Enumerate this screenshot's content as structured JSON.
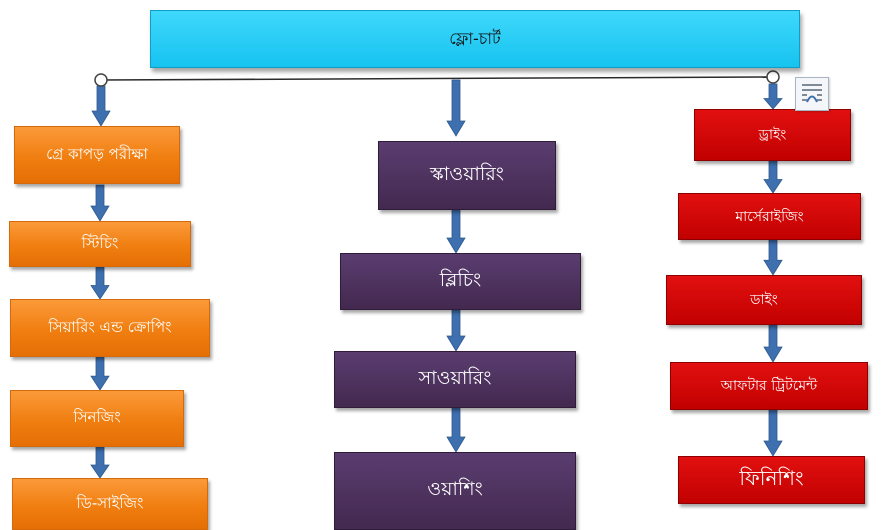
{
  "title": "ফ্লো-চার্ট",
  "icons": {
    "layout_options": "layout-options-icon",
    "arrow": "down-arrow",
    "connector_handle": "circle-handle"
  },
  "colors": {
    "title": "#1ac6f5",
    "left_column": "#f07e10",
    "middle_column": "#43294f",
    "right_column": "#c20000",
    "arrow": "#3e6fae"
  },
  "columns": {
    "left": [
      "গ্রে কাপড় পরীক্ষা",
      "স্টিচিং",
      "সিয়ারিং এন্ড ক্রোপিং",
      "সিনজিং",
      "ডি-সাইজিং"
    ],
    "middle": [
      "স্কাওয়ারিং",
      "ব্লিচিং",
      "সাওয়ারিং",
      "ওয়াশিং"
    ],
    "right": [
      "ড্রাইং",
      "মার্সেরাইজিং",
      "ডাইং",
      "আফটার ট্রিটমেন্ট",
      "ফিনিশিং"
    ]
  }
}
